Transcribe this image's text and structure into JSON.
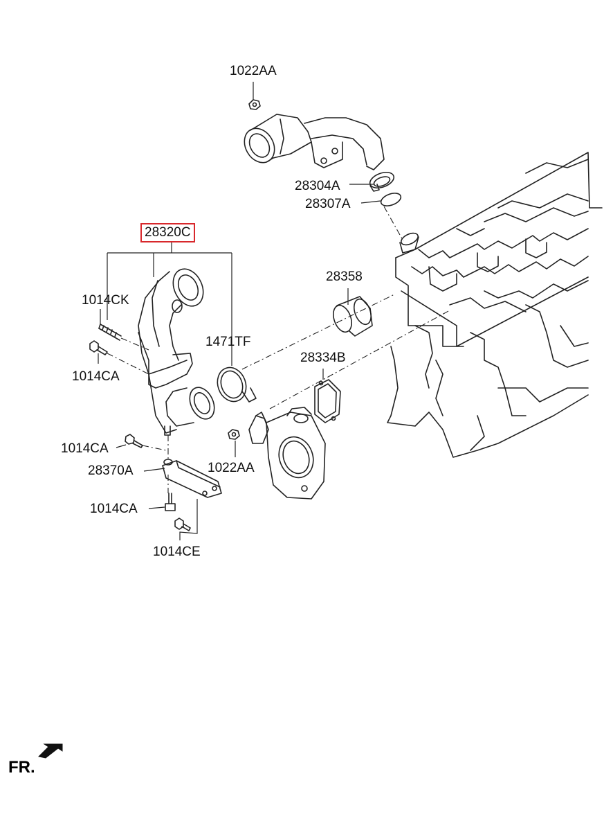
{
  "labels": {
    "nut_top": "1022AA",
    "clamp_top": "28304A",
    "oring": "28307A",
    "main_pipe": "28320C",
    "stud": "1014CK",
    "bolt_upper": "1014CA",
    "clamp_mid": "1471TF",
    "sleeve": "28358",
    "gasket": "28334B",
    "bolt_lower1": "1014CA",
    "bracket": "28370A",
    "nut_lower": "1022AA",
    "bolt_lower2": "1014CA",
    "bolt_bottom": "1014CE"
  },
  "direction_marker": "FR.",
  "colors": {
    "highlight_box": "#d8282c",
    "line": "#222222"
  }
}
